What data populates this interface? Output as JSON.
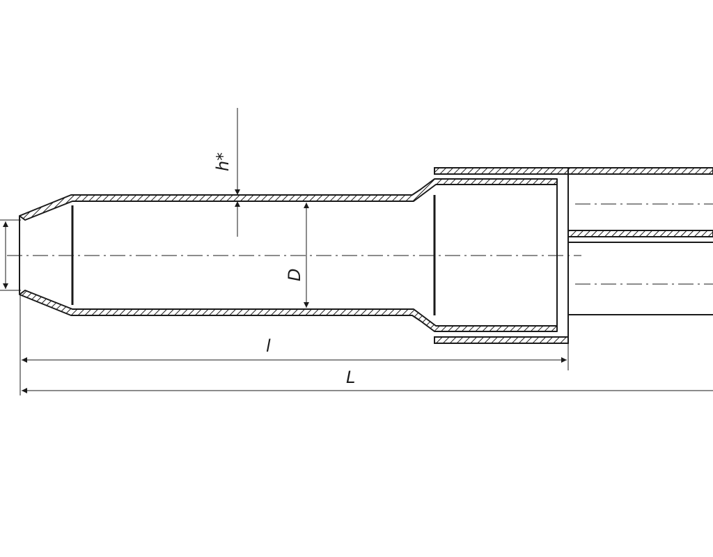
{
  "diagram": {
    "labels": {
      "wall_thickness": "h*",
      "diameter": "D",
      "inner_length": "l",
      "total_length": "L"
    },
    "colors": {
      "line": "#1a1a1a",
      "hatch": "#1a1a1a",
      "background": "#ffffff"
    }
  }
}
